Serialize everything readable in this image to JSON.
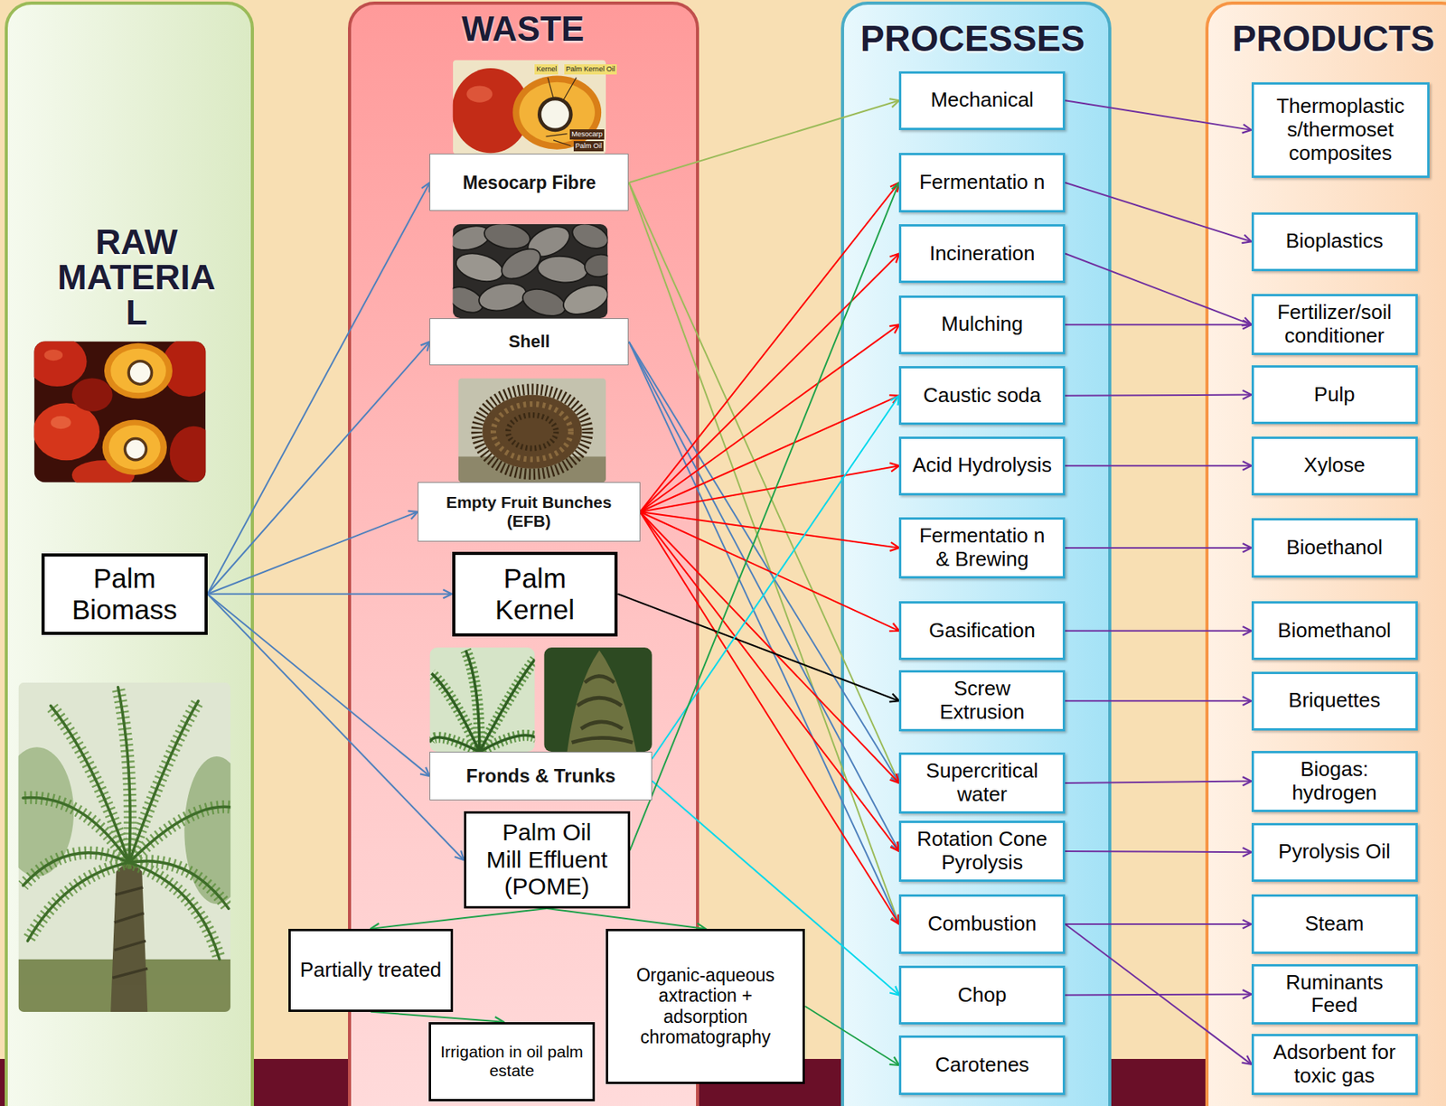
{
  "diagram": {
    "nodes": [
      {
        "text": [
          "RAW MATERIA L"
        ]
      },
      {
        "text": [
          "Palm Biomass"
        ],
        "in": 0
      },
      {
        "text": [
          "WASTE"
        ]
      },
      {
        "text": [
          "Mesocarp Fibre"
        ],
        "in": 2
      },
      {
        "text": [
          "Shell"
        ],
        "in": 2
      },
      {
        "text": [
          "Empty Fruit Bunches (EFB)"
        ],
        "in": 2
      },
      {
        "text": [
          "Palm Kernel"
        ],
        "in": 2
      },
      {
        "text": [
          "Fronds & Trunks"
        ],
        "in": 2
      },
      {
        "text": [
          "Palm Oil Mill Effluent (POME)"
        ],
        "in": 2
      },
      {
        "text": [
          "Partially treated"
        ],
        "in": 2
      },
      {
        "text": [
          "Irrigation in oil palm estate"
        ],
        "in": 2
      },
      {
        "text": [
          "Organic-aqueous axtraction + adsorption chromatography"
        ]
      },
      {
        "text": [
          "PROCESSES"
        ]
      },
      {
        "text": [
          "Mechanical"
        ],
        "in": 12
      },
      {
        "text": [
          "Fermentatio n"
        ],
        "in": 12
      },
      {
        "text": [
          "Incineration"
        ],
        "in": 12
      },
      {
        "text": [
          "Mulching"
        ],
        "in": 12
      },
      {
        "text": [
          "Caustic soda"
        ],
        "in": 12
      },
      {
        "text": [
          "Acid Hydrolysis"
        ],
        "in": 12
      },
      {
        "text": [
          "Fermentatio n & Brewing"
        ],
        "in": 12
      },
      {
        "text": [
          "Gasification"
        ],
        "in": 12
      },
      {
        "text": [
          "Screw Extrusion"
        ],
        "in": 12
      },
      {
        "text": [
          "Supercritical water"
        ],
        "in": 12
      },
      {
        "text": [
          "Rotation Cone Pyrolysis"
        ],
        "in": 12
      },
      {
        "text": [
          "Combustion"
        ],
        "in": 12
      },
      {
        "text": [
          "Chop"
        ],
        "in": 12
      },
      {
        "text": [
          "Carotenes"
        ],
        "in": 12
      },
      {
        "text": [
          "PRODUCTS"
        ]
      },
      {
        "text": [
          "Thermoplastic s/thermoset composites"
        ],
        "in": 27
      },
      {
        "text": [
          "Bioplastics"
        ],
        "in": 27
      },
      {
        "text": [
          "Fertilizer/soil conditioner"
        ],
        "in": 27
      },
      {
        "text": [
          "Pulp"
        ],
        "in": 27
      },
      {
        "text": [
          "Xylose"
        ],
        "in": 27
      },
      {
        "text": [
          "Bioethanol"
        ],
        "in": 27
      },
      {
        "text": [
          "Biomethanol"
        ],
        "in": 27
      },
      {
        "text": [
          "Briquettes"
        ],
        "in": 27
      },
      {
        "text": [
          "Biogas: hydrogen"
        ],
        "in": 27
      },
      {
        "text": [
          "Pyrolysis Oil"
        ],
        "in": 27
      },
      {
        "text": [
          "Steam"
        ],
        "in": 27
      },
      {
        "text": [
          "Ruminants Feed"
        ],
        "in": 27
      },
      {
        "text": [
          "Adsorbent for toxic gas"
        ],
        "in": 27
      }
    ],
    "edges": [
      {
        "from": 1,
        "to": 3,
        "arrow": "to"
      },
      {
        "from": 1,
        "to": 4,
        "arrow": "to"
      },
      {
        "from": 1,
        "to": 5,
        "arrow": "to"
      },
      {
        "from": 1,
        "to": 6,
        "arrow": "to"
      },
      {
        "from": 1,
        "to": 7,
        "arrow": "to"
      },
      {
        "from": 1,
        "to": 8,
        "arrow": "to"
      },
      {
        "from": 3,
        "to": 13,
        "arrow": "to"
      },
      {
        "from": 3,
        "to": 22,
        "arrow": "to"
      },
      {
        "from": 3,
        "to": 24,
        "arrow": "to"
      },
      {
        "from": 4,
        "to": 22,
        "arrow": "to"
      },
      {
        "from": 4,
        "to": 23,
        "arrow": "to"
      },
      {
        "from": 4,
        "to": 24,
        "arrow": "to"
      },
      {
        "from": 5,
        "to": 14,
        "arrow": "to"
      },
      {
        "from": 5,
        "to": 15,
        "arrow": "to"
      },
      {
        "from": 5,
        "to": 16,
        "arrow": "to"
      },
      {
        "from": 5,
        "to": 17,
        "arrow": "to"
      },
      {
        "from": 5,
        "to": 18,
        "arrow": "to"
      },
      {
        "from": 5,
        "to": 19,
        "arrow": "to"
      },
      {
        "from": 5,
        "to": 20,
        "arrow": "to"
      },
      {
        "from": 5,
        "to": 22,
        "arrow": "to"
      },
      {
        "from": 5,
        "to": 23,
        "arrow": "to"
      },
      {
        "from": 5,
        "to": 24,
        "arrow": "to"
      },
      {
        "from": 6,
        "to": 21,
        "arrow": "to"
      },
      {
        "from": 7,
        "to": 17,
        "arrow": "to"
      },
      {
        "from": 7,
        "to": 25,
        "arrow": "to"
      },
      {
        "from": 8,
        "to": 14,
        "arrow": "to"
      },
      {
        "from": 8,
        "to": 9,
        "arrow": "to"
      },
      {
        "from": 8,
        "to": 11,
        "arrow": "to"
      },
      {
        "from": 9,
        "to": 10,
        "arrow": "to"
      },
      {
        "from": 11,
        "to": 26,
        "arrow": "to"
      },
      {
        "from": 13,
        "to": 28,
        "arrow": "to"
      },
      {
        "from": 14,
        "to": 29,
        "arrow": "to"
      },
      {
        "from": 15,
        "to": 30,
        "arrow": "to"
      },
      {
        "from": 16,
        "to": 30,
        "arrow": "to"
      },
      {
        "from": 17,
        "to": 31,
        "arrow": "to"
      },
      {
        "from": 18,
        "to": 32,
        "arrow": "to"
      },
      {
        "from": 19,
        "to": 33,
        "arrow": "to"
      },
      {
        "from": 20,
        "to": 34,
        "arrow": "to"
      },
      {
        "from": 21,
        "to": 35,
        "arrow": "to"
      },
      {
        "from": 22,
        "to": 36,
        "arrow": "to"
      },
      {
        "from": 23,
        "to": 37,
        "arrow": "to"
      },
      {
        "from": 24,
        "to": 38,
        "arrow": "to"
      },
      {
        "from": 24,
        "to": 40,
        "arrow": "to"
      },
      {
        "from": 25,
        "to": 39,
        "arrow": "to"
      }
    ],
    "labels": [
      "Kernel",
      "Palm Kernel Oil",
      "Mesocarp",
      "Palm Oil"
    ]
  }
}
